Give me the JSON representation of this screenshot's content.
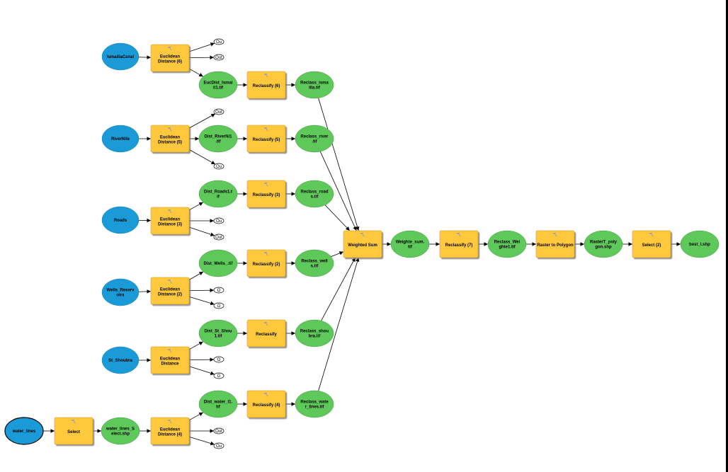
{
  "colors": {
    "input": "#1a9ad6",
    "tool": "#ffc83d",
    "output": "#5ec95a",
    "edge": "#000000"
  },
  "nodes": [
    {
      "id": "ismailia",
      "type": "input",
      "lines": [
        "IsmailiaCanal"
      ]
    },
    {
      "id": "riverNile",
      "type": "input",
      "lines": [
        "RiverNile"
      ]
    },
    {
      "id": "roads",
      "type": "input",
      "lines": [
        "Roads"
      ]
    },
    {
      "id": "wells",
      "type": "input",
      "lines": [
        "Wells_Reserv",
        "oirs"
      ]
    },
    {
      "id": "shoubra",
      "type": "input",
      "lines": [
        "St_Shoubra"
      ]
    },
    {
      "id": "waterLines",
      "type": "input",
      "lines": [
        "water_lines"
      ]
    },
    {
      "id": "ed6",
      "type": "tool",
      "icon": "hammer-icon",
      "lines": [
        "Euclidean",
        "Distance (6)"
      ]
    },
    {
      "id": "ed5",
      "type": "tool",
      "icon": "hammer-icon",
      "lines": [
        "Euclidean",
        "Distance (5)"
      ]
    },
    {
      "id": "ed3",
      "type": "tool",
      "icon": "hammer-icon",
      "lines": [
        "Euclidean",
        "Distance (3)"
      ]
    },
    {
      "id": "ed2",
      "type": "tool",
      "icon": "hammer-icon",
      "lines": [
        "Euclidean",
        "Distance (2)"
      ]
    },
    {
      "id": "ed",
      "type": "tool",
      "icon": "hammer-icon",
      "lines": [
        "Euclidean",
        "Distance"
      ]
    },
    {
      "id": "ed4",
      "type": "tool",
      "icon": "hammer-icon",
      "lines": [
        "Euclidean",
        "Distance (4)"
      ]
    },
    {
      "id": "select1",
      "type": "tool",
      "icon": "hammer-icon",
      "lines": [
        "Select"
      ]
    },
    {
      "id": "o6a",
      "type": "small",
      "lines": [
        "Ou"
      ]
    },
    {
      "id": "o6b",
      "type": "small",
      "lines": [
        "Out"
      ]
    },
    {
      "id": "o5a",
      "type": "small",
      "lines": [
        "Out"
      ]
    },
    {
      "id": "o5b",
      "type": "small",
      "lines": [
        "Ou"
      ]
    },
    {
      "id": "o3a",
      "type": "small",
      "lines": [
        "Ou"
      ]
    },
    {
      "id": "o3b",
      "type": "small",
      "lines": [
        "Out"
      ]
    },
    {
      "id": "o2a",
      "type": "small",
      "lines": [
        "O"
      ]
    },
    {
      "id": "o2b",
      "type": "small",
      "lines": [
        "O"
      ]
    },
    {
      "id": "o1a",
      "type": "small",
      "lines": [
        "O"
      ]
    },
    {
      "id": "o1b",
      "type": "small",
      "lines": [
        "O"
      ]
    },
    {
      "id": "o4a",
      "type": "small",
      "lines": [
        "Out"
      ]
    },
    {
      "id": "o4b",
      "type": "small",
      "lines": [
        "Ou"
      ]
    },
    {
      "id": "eucIsmail",
      "type": "output",
      "lines": [
        "EucDist_Ismai",
        "li1.tif"
      ]
    },
    {
      "id": "distRiver",
      "type": "output",
      "lines": [
        "Dist_RiverNi1",
        ".tif"
      ]
    },
    {
      "id": "distRoads",
      "type": "output",
      "lines": [
        "Dist_Roads1.t",
        "if"
      ]
    },
    {
      "id": "distWells",
      "type": "output",
      "lines": [
        "Dist_Wells_.tif"
      ]
    },
    {
      "id": "distShou",
      "type": "output",
      "lines": [
        "Dist_St_Shou",
        "1.tif"
      ]
    },
    {
      "id": "distWater",
      "type": "output",
      "lines": [
        "Dist_water_l1.",
        "tif"
      ]
    },
    {
      "id": "waterSelect",
      "type": "output",
      "lines": [
        "water_lines_S",
        "elect.shp"
      ]
    },
    {
      "id": "rc6",
      "type": "tool",
      "icon": "hammer-icon",
      "lines": [
        "Reclassify (6)"
      ]
    },
    {
      "id": "rc5",
      "type": "tool",
      "icon": "hammer-icon",
      "lines": [
        "Reclassify (5)"
      ]
    },
    {
      "id": "rc3",
      "type": "tool",
      "icon": "hammer-icon",
      "lines": [
        "Reclassify (3)"
      ]
    },
    {
      "id": "rc2",
      "type": "tool",
      "icon": "hammer-icon",
      "lines": [
        "Reclassify (2)"
      ]
    },
    {
      "id": "rc1",
      "type": "tool",
      "icon": "hammer-icon",
      "lines": [
        "Reclassify"
      ]
    },
    {
      "id": "rc4",
      "type": "tool",
      "icon": "hammer-icon",
      "lines": [
        "Reclassify (4)"
      ]
    },
    {
      "id": "rcIsma",
      "type": "output",
      "lines": [
        "Reclass_isma",
        "ilia.tif"
      ]
    },
    {
      "id": "rcRiver",
      "type": "output",
      "lines": [
        "Reclass_river",
        ".tif"
      ]
    },
    {
      "id": "rcRoads",
      "type": "output",
      "lines": [
        "Reclass_road",
        "s.tif"
      ]
    },
    {
      "id": "rcWells",
      "type": "output",
      "lines": [
        "Reclass_well",
        "s.tif"
      ]
    },
    {
      "id": "rcShou",
      "type": "output",
      "lines": [
        "Reclass_shou",
        "bra.tif"
      ]
    },
    {
      "id": "rcWater",
      "type": "output",
      "lines": [
        "Reclass_wate",
        "r_lines.tif"
      ]
    },
    {
      "id": "wsum",
      "type": "tool",
      "icon": "hammer-icon",
      "lines": [
        "Weighted Sum"
      ]
    },
    {
      "id": "wsumOut",
      "type": "output",
      "lines": [
        "Weighte_sum.",
        "tif"
      ]
    },
    {
      "id": "rc7",
      "type": "tool",
      "icon": "hammer-icon",
      "lines": [
        "Reclassify (7)"
      ]
    },
    {
      "id": "rcWeigh",
      "type": "output",
      "lines": [
        "Reclass_Wei",
        "ghte1.tif"
      ]
    },
    {
      "id": "r2p",
      "type": "tool",
      "icon": "hammer-icon",
      "lines": [
        "Raster to Polygon"
      ]
    },
    {
      "id": "rasterT",
      "type": "output",
      "lines": [
        "RasterT_poly",
        "gon.shp"
      ]
    },
    {
      "id": "select2",
      "type": "tool",
      "icon": "hammer-icon",
      "lines": [
        "Select (2)"
      ]
    },
    {
      "id": "best",
      "type": "output",
      "lines": [
        "best_l.shp"
      ]
    }
  ],
  "edges": [
    [
      "ismailia",
      "ed6"
    ],
    [
      "ed6",
      "o6a"
    ],
    [
      "ed6",
      "o6b"
    ],
    [
      "ed6",
      "eucIsmail"
    ],
    [
      "eucIsmail",
      "rc6"
    ],
    [
      "rc6",
      "rcIsma"
    ],
    [
      "rcIsma",
      "wsum"
    ],
    [
      "riverNile",
      "ed5"
    ],
    [
      "ed5",
      "o5a"
    ],
    [
      "ed5",
      "distRiver"
    ],
    [
      "ed5",
      "o5b"
    ],
    [
      "distRiver",
      "rc5"
    ],
    [
      "rc5",
      "rcRiver"
    ],
    [
      "rcRiver",
      "wsum"
    ],
    [
      "roads",
      "ed3"
    ],
    [
      "ed3",
      "distRoads"
    ],
    [
      "ed3",
      "o3a"
    ],
    [
      "ed3",
      "o3b"
    ],
    [
      "distRoads",
      "rc3"
    ],
    [
      "rc3",
      "rcRoads"
    ],
    [
      "rcRoads",
      "wsum"
    ],
    [
      "wells",
      "ed2"
    ],
    [
      "ed2",
      "distWells"
    ],
    [
      "ed2",
      "o2a"
    ],
    [
      "ed2",
      "o2b"
    ],
    [
      "distWells",
      "rc2"
    ],
    [
      "rc2",
      "rcWells"
    ],
    [
      "rcWells",
      "wsum"
    ],
    [
      "shoubra",
      "ed"
    ],
    [
      "ed",
      "distShou"
    ],
    [
      "ed",
      "o1a"
    ],
    [
      "ed",
      "o1b"
    ],
    [
      "distShou",
      "rc1"
    ],
    [
      "rc1",
      "rcShou"
    ],
    [
      "rcShou",
      "wsum"
    ],
    [
      "waterLines",
      "select1"
    ],
    [
      "select1",
      "waterSelect"
    ],
    [
      "waterSelect",
      "ed4"
    ],
    [
      "ed4",
      "distWater"
    ],
    [
      "ed4",
      "o4a"
    ],
    [
      "ed4",
      "o4b"
    ],
    [
      "distWater",
      "rc4"
    ],
    [
      "rc4",
      "rcWater"
    ],
    [
      "rcWater",
      "wsum"
    ],
    [
      "wsum",
      "wsumOut"
    ],
    [
      "wsumOut",
      "rc7"
    ],
    [
      "rc7",
      "rcWeigh"
    ],
    [
      "rcWeigh",
      "r2p"
    ],
    [
      "r2p",
      "rasterT"
    ],
    [
      "rasterT",
      "select2"
    ],
    [
      "select2",
      "best"
    ]
  ]
}
